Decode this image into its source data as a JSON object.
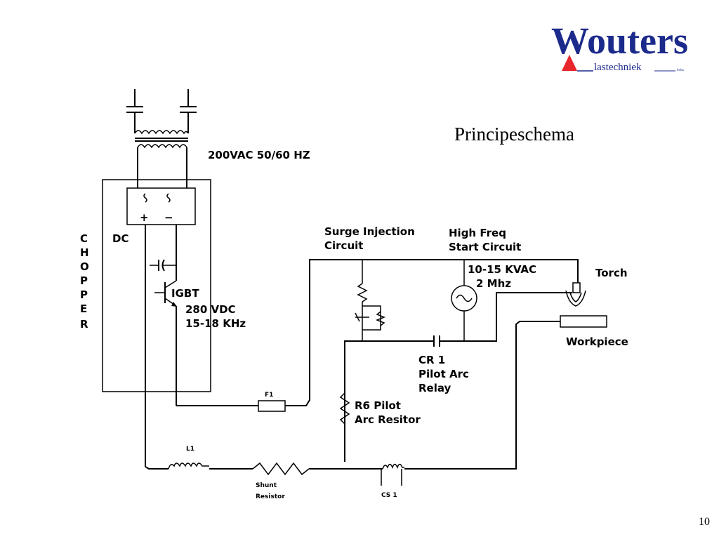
{
  "logo": {
    "brand": "Wouters",
    "subline": "lastechniek",
    "suffix": "bvba",
    "brand_color": "#1c2a8c",
    "accent_color": "#e8262b"
  },
  "slide": {
    "title": "Principeschema",
    "page_number": "10"
  },
  "diagram": {
    "supply_label": "200VAC 50/60 HZ",
    "chopper_letters": [
      "C",
      "H",
      "O",
      "P",
      "P",
      "E",
      "R"
    ],
    "dc_label": "DC",
    "rectifier_plus": "+",
    "rectifier_minus": "−",
    "igbt_label": "IGBT",
    "igbt_voltage": "280 VDC",
    "igbt_freq": "15-18 KHz",
    "fuse_label": "F1",
    "surge_label_1": "Surge Injection",
    "surge_label_2": "Circuit",
    "hf_label_1": "High Freq",
    "hf_label_2": "Start Circuit",
    "hf_spec_1": "10-15 KVAC",
    "hf_spec_2": "2 Mhz",
    "torch_label": "Torch",
    "workpiece_label": "Workpiece",
    "cr_label_1": "CR 1",
    "cr_label_2": "Pilot Arc",
    "cr_label_3": "Relay",
    "r6_label_1": "R6 Pilot",
    "r6_label_2": "Arc Resitor",
    "l1_label": "L1",
    "shunt_label_1": "Shunt",
    "shunt_label_2": "Resistor",
    "cs_label": "CS 1"
  }
}
